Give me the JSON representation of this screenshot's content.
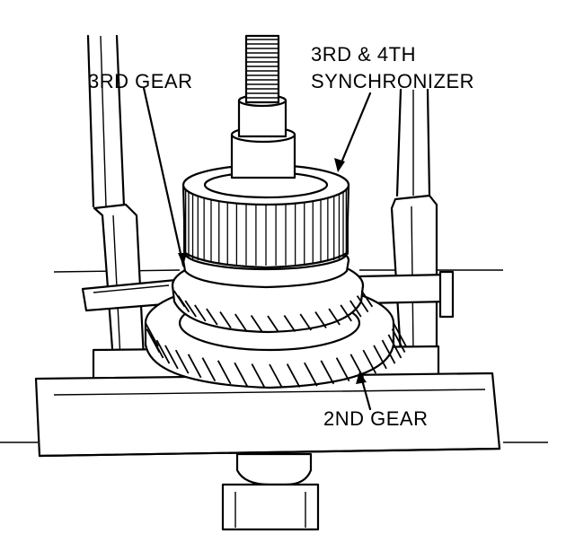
{
  "labels": {
    "third_gear": "3RD GEAR",
    "synchronizer_line1": "3RD & 4TH",
    "synchronizer_line2": "SYNCHRONIZER",
    "second_gear": "2ND GEAR"
  },
  "colors": {
    "ink": "#000000",
    "paper": "#ffffff"
  }
}
